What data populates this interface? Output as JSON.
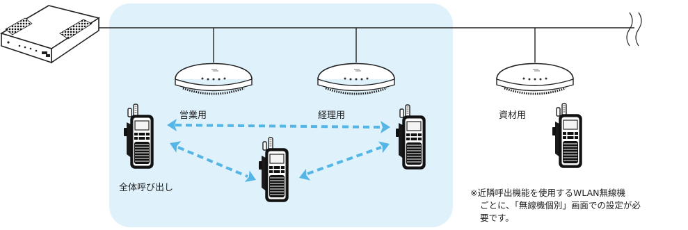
{
  "labels": {
    "group_sales": "営業用",
    "group_accounting": "経理用",
    "group_materials": "資材用",
    "all_call": "全体呼び出し"
  },
  "note": {
    "line1": "※近隣呼出機能を使用するWLAN無線機",
    "line2": "ごとに、「無線機個別」画面での設定が必",
    "line3": "要です。"
  },
  "colors": {
    "group_area": "#dff1fb",
    "dashed_link": "#55b5e5",
    "device_outline": "#222222"
  }
}
